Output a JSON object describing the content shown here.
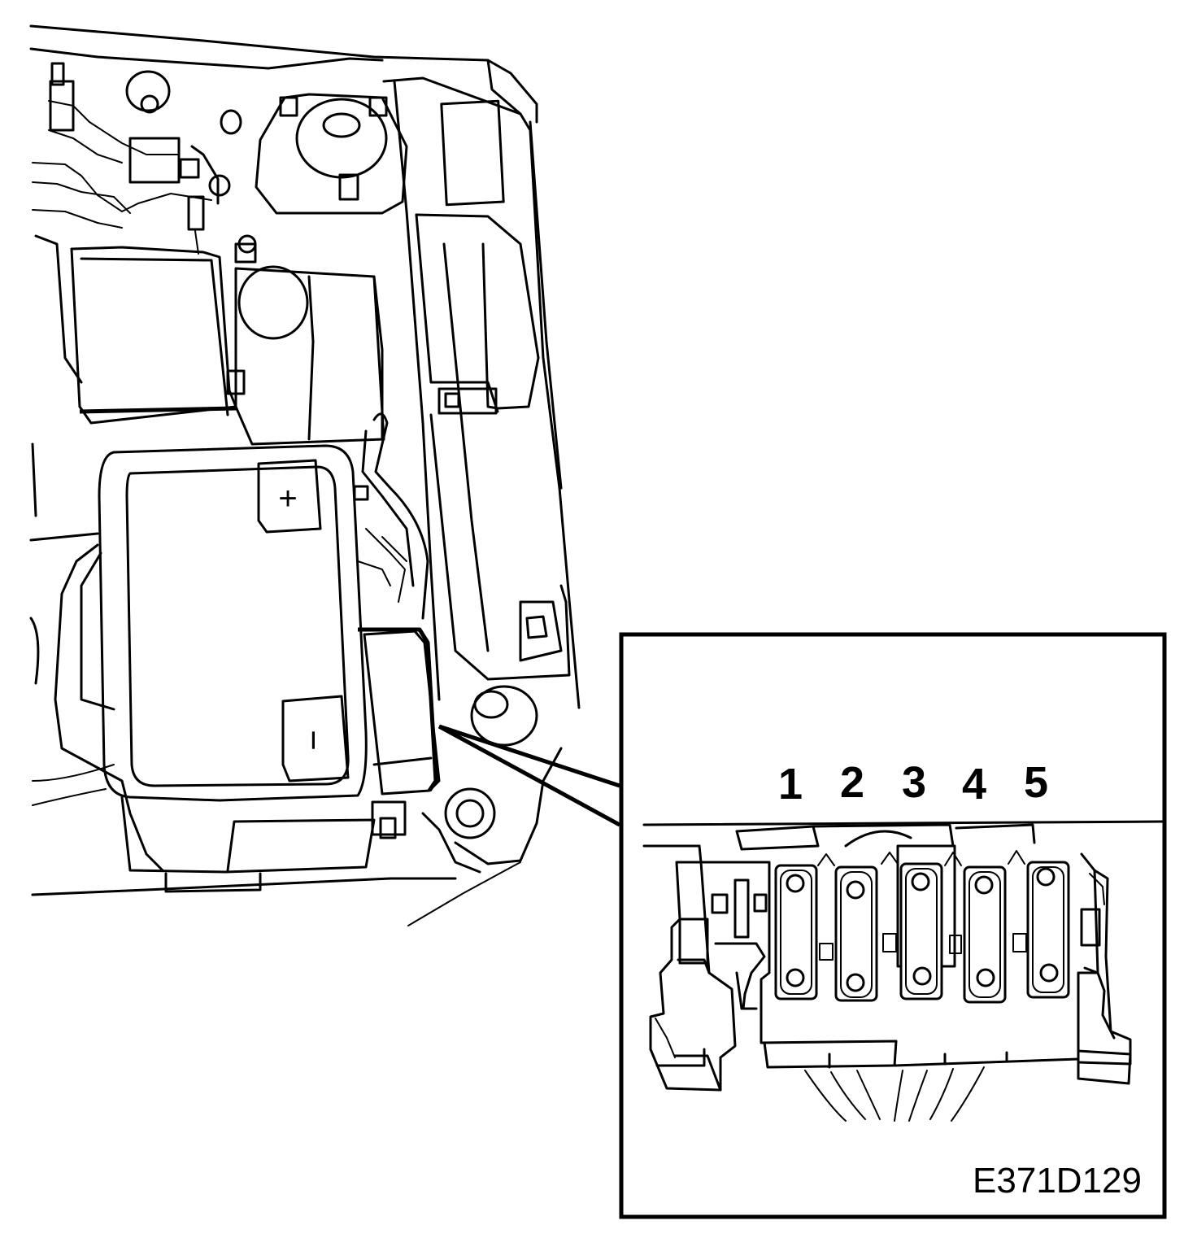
{
  "diagram": {
    "figure_code": "E371D129",
    "battery_symbols": {
      "positive": "+",
      "negative": "−"
    },
    "fuse_labels": [
      "1",
      "2",
      "3",
      "4",
      "5"
    ]
  }
}
